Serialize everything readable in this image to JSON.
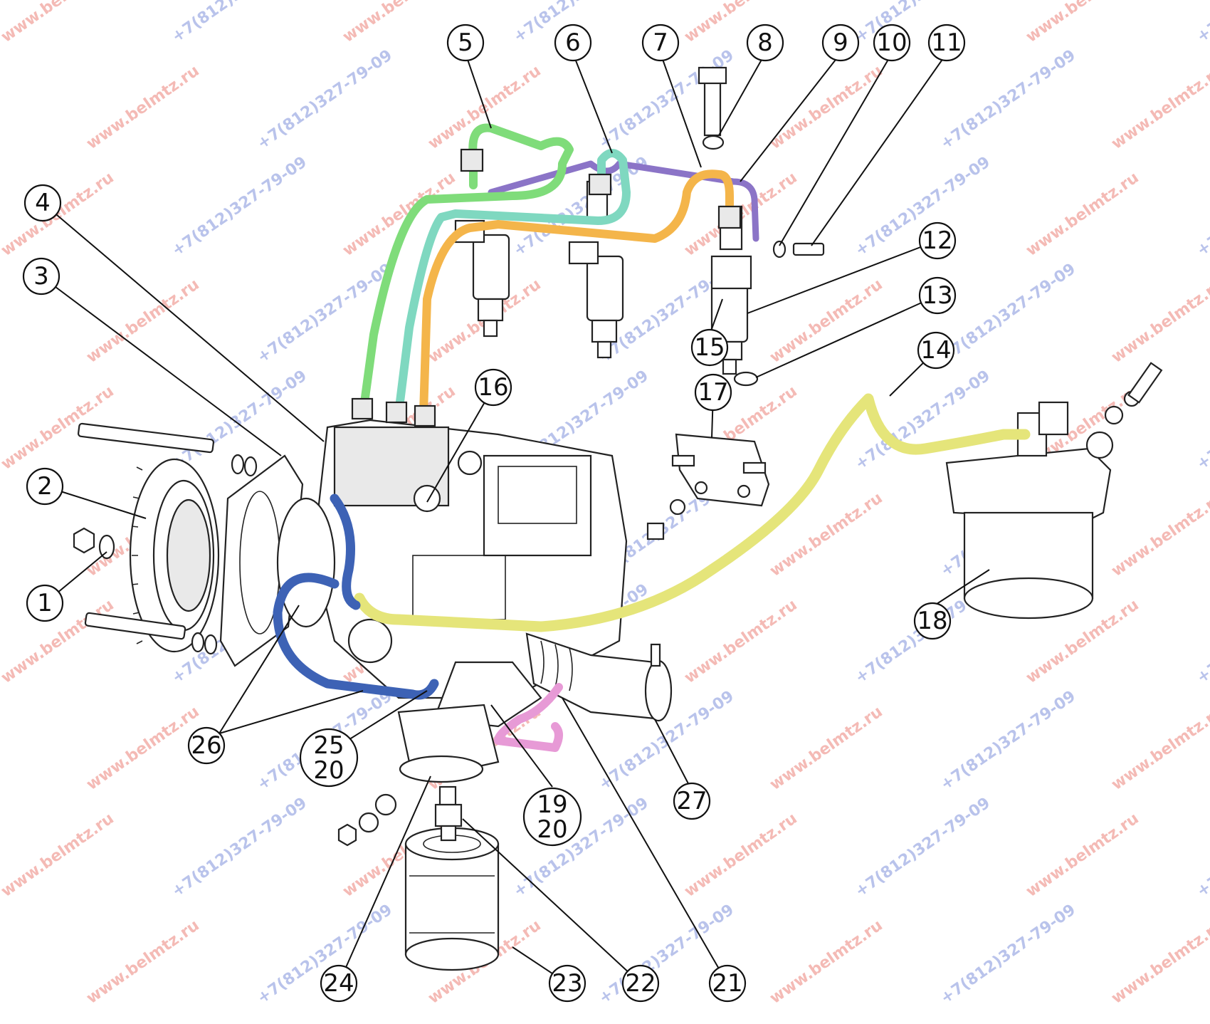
{
  "watermarks": {
    "site": "www.belmtz.ru",
    "phone": "+7(812)327-79-09"
  },
  "colors": {
    "pipe_green": "#7fdc7a",
    "pipe_teal": "#7fd8c0",
    "pipe_orange": "#f4b54a",
    "pipe_purple": "#8b74c7",
    "pipe_yellow": "#e5e57a",
    "pipe_blue": "#3d62b5",
    "pipe_pink": "#e79ad6",
    "watermark_red": "#e03b2e",
    "watermark_blue": "#3a55c8"
  },
  "callouts": [
    {
      "id": "c1",
      "label": "1"
    },
    {
      "id": "c2",
      "label": "2"
    },
    {
      "id": "c3",
      "label": "3"
    },
    {
      "id": "c4",
      "label": "4"
    },
    {
      "id": "c5",
      "label": "5"
    },
    {
      "id": "c6",
      "label": "6"
    },
    {
      "id": "c7",
      "label": "7"
    },
    {
      "id": "c8",
      "label": "8"
    },
    {
      "id": "c9",
      "label": "9"
    },
    {
      "id": "c10",
      "label": "10"
    },
    {
      "id": "c11",
      "label": "11"
    },
    {
      "id": "c12",
      "label": "12"
    },
    {
      "id": "c13",
      "label": "13"
    },
    {
      "id": "c14",
      "label": "14"
    },
    {
      "id": "c15",
      "label": "15"
    },
    {
      "id": "c16",
      "label": "16"
    },
    {
      "id": "c17",
      "label": "17"
    },
    {
      "id": "c18",
      "label": "18"
    },
    {
      "id": "c19",
      "label": "19"
    },
    {
      "id": "c20a",
      "label": "20"
    },
    {
      "id": "c21",
      "label": "21"
    },
    {
      "id": "c22",
      "label": "22"
    },
    {
      "id": "c23",
      "label": "23"
    },
    {
      "id": "c24",
      "label": "24"
    },
    {
      "id": "c25",
      "label": "25"
    },
    {
      "id": "c20b",
      "label": "20"
    },
    {
      "id": "c26",
      "label": "26"
    },
    {
      "id": "c27",
      "label": "27"
    }
  ]
}
